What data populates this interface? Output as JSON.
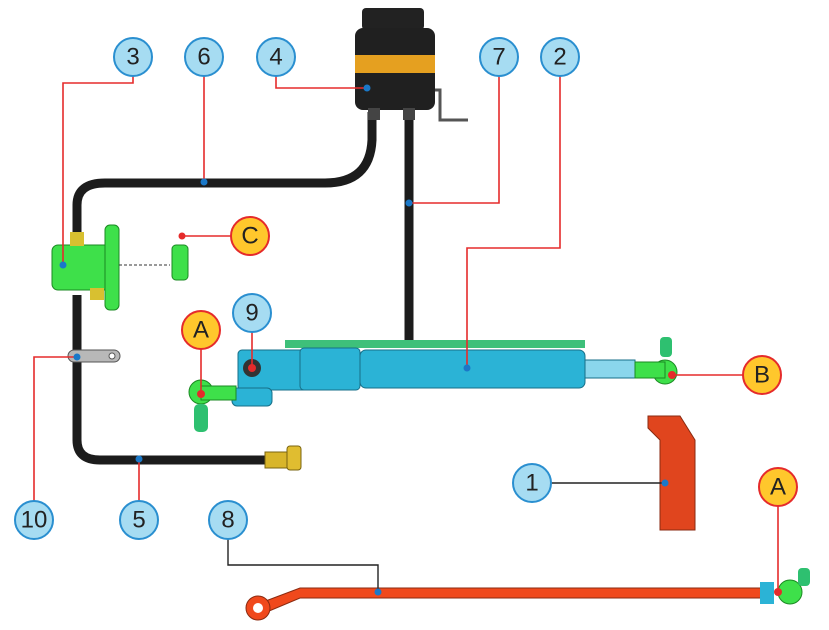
{
  "callouts": {
    "c3": "3",
    "c6": "6",
    "c4": "4",
    "c7": "7",
    "c2": "2",
    "cC": "C",
    "c9": "9",
    "cA1": "A",
    "cB": "B",
    "c1": "1",
    "cA2": "A",
    "c10": "10",
    "c5": "5",
    "c8": "8"
  },
  "colors": {
    "numbered_fill": "#a6dcf2",
    "numbered_stroke": "#2a8fd0",
    "lettered_fill": "#ffc72c",
    "lettered_stroke": "#e52b2b",
    "leader": "#e52b2b",
    "hose": "#1c1c1c",
    "cylinder": "#2bb3d6",
    "pump": "#3ee04a",
    "rod": "#f0491c"
  }
}
